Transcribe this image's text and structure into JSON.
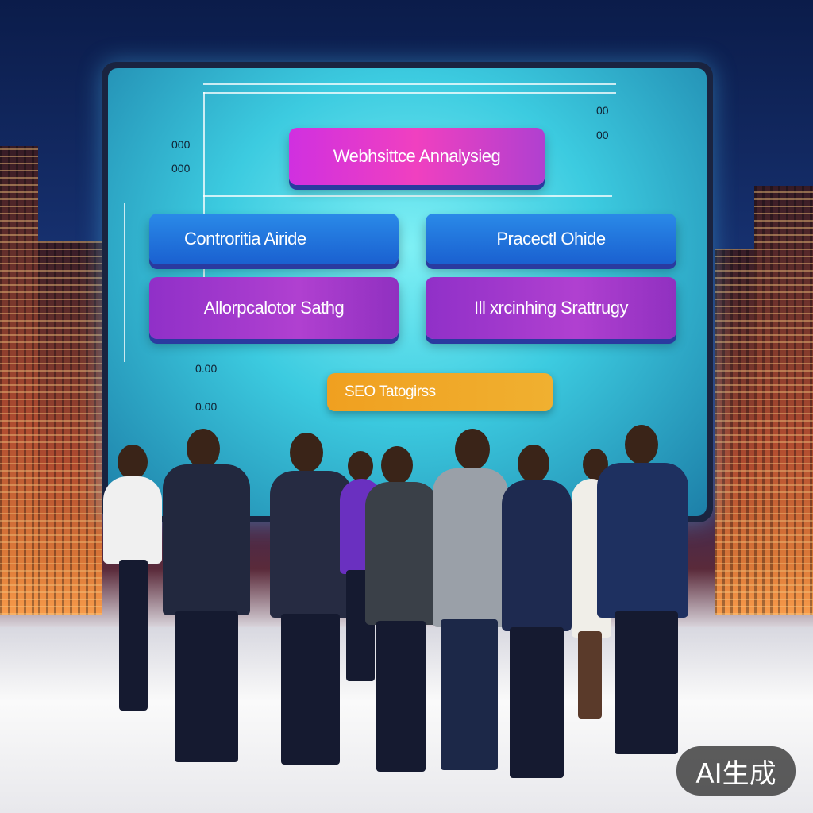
{
  "screen": {
    "title_box": "Webhsittce Annalysieg",
    "boxes": [
      "Controritia Airide",
      "Pracectl Ohide",
      "Allorpcalotor Sathg",
      "Ill xrcinhing Srattrugy"
    ],
    "seo_box": "SEO Tatogirss",
    "numbers": [
      "000",
      "000",
      "00",
      "00",
      "0.00",
      "0.00"
    ]
  },
  "watermark": "AI生成",
  "colors": {
    "screen": "#3ccbe0",
    "title": "#e040d0",
    "blue_box": "#1a70e0",
    "purple_box": "#a038cc",
    "seo": "#f0a828"
  }
}
